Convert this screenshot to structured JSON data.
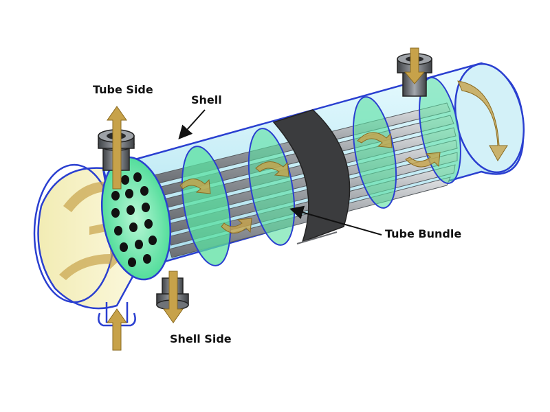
{
  "labels": {
    "tube_side": "Tube Side",
    "shell": "Shell",
    "tube_bundle": "Tube Bundle",
    "shell_side": "Shell Side"
  },
  "colors": {
    "shell_fill": "#d6f2f8",
    "outline": "#2a3fd0",
    "tubesheet": "#5ee6a8",
    "tube": "#9a9ea3",
    "band": "#3b3c3e",
    "flow_arrow": "#c7a24a",
    "nozzle": "#6f7378",
    "leader": "#111111"
  }
}
